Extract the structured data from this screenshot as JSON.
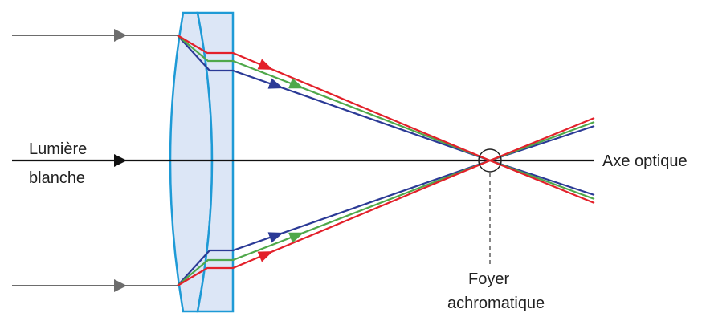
{
  "labels": {
    "light_line1": "Lumière",
    "light_line2": "blanche",
    "axis": "Axe optique",
    "focus_line1": "Foyer",
    "focus_line2": "achromatique"
  },
  "colors": {
    "red": "#e3202a",
    "green": "#4fa84a",
    "blue": "#2b3a96",
    "lens_fill": "#dce6f6",
    "lens_stroke": "#1e9ad6",
    "incoming": "#6d6d6d",
    "axis": "#111111"
  }
}
